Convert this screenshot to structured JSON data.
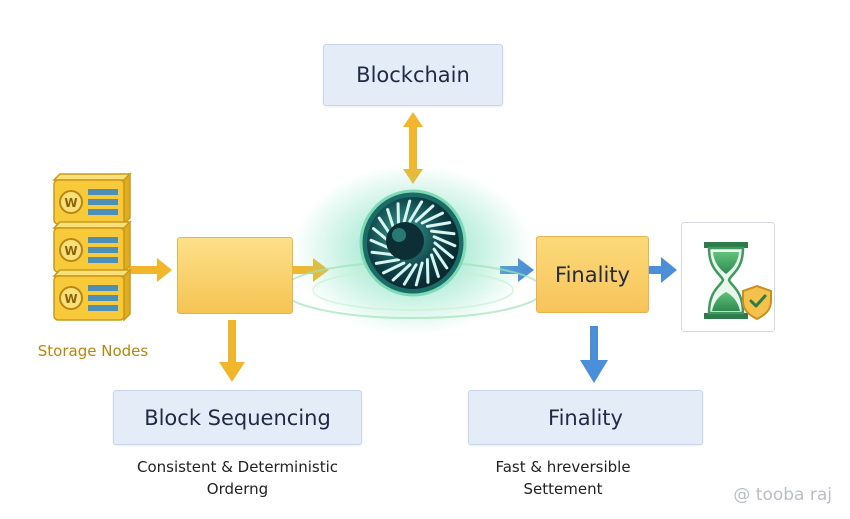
{
  "top_box": {
    "label": "Blockchain"
  },
  "storage": {
    "label": "Storage Nodes"
  },
  "finality_box": {
    "label": "Finality"
  },
  "block_seq": {
    "title": "Block Sequencing",
    "line1": "Consistent & Deterministic",
    "line2": "Orderng"
  },
  "finality_panel": {
    "title": "Finality",
    "line1": "Fast & hreversible",
    "line2": "Settement"
  },
  "watermark": {
    "text": "@ tooba raj"
  },
  "colors": {
    "amber": "#f2b62c",
    "blue": "#4a8fd8",
    "box_blue": "#e3ecf7",
    "box_amber": "#f7c45a",
    "teal": "#1c7f78"
  },
  "icons": [
    "server-stack-icon",
    "cubes-icon",
    "blockchain-core-icon",
    "hourglass-shield-icon"
  ]
}
